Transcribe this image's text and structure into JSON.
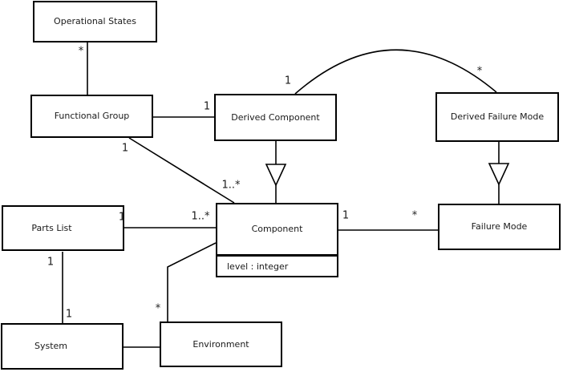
{
  "diagram": {
    "type": "uml-class-diagram",
    "colors": {
      "background": "#ffffff",
      "stroke": "#000000",
      "text": "#1a1a1a"
    },
    "nodes": [
      {
        "name": "Operational States"
      },
      {
        "name": "Functional Group"
      },
      {
        "name": "Derived Component"
      },
      {
        "name": "Derived Failure Mode"
      },
      {
        "name": "Parts List"
      },
      {
        "name": "Component",
        "attributes": [
          "level : integer"
        ]
      },
      {
        "name": "Failure Mode"
      },
      {
        "name": "System"
      },
      {
        "name": "Environment"
      }
    ],
    "edges": [
      {
        "from": "Operational States",
        "to": "Functional Group",
        "kind": "association",
        "labels": [
          {
            "text": "*"
          }
        ]
      },
      {
        "from": "Functional Group",
        "to": "Derived Component",
        "kind": "association",
        "labels": [
          {
            "text": "1"
          }
        ]
      },
      {
        "from": "Functional Group",
        "to": "Component",
        "kind": "association",
        "labels": [
          {
            "text": "1"
          },
          {
            "text": "1..*"
          }
        ]
      },
      {
        "from": "Derived Component",
        "to": "Derived Failure Mode",
        "kind": "association-arc",
        "labels": [
          {
            "text": "1"
          },
          {
            "text": "*"
          }
        ]
      },
      {
        "from": "Derived Component",
        "to": "Component",
        "kind": "generalization",
        "labels": []
      },
      {
        "from": "Derived Failure Mode",
        "to": "Failure Mode",
        "kind": "generalization",
        "labels": []
      },
      {
        "from": "Parts List",
        "to": "Component",
        "kind": "association",
        "labels": [
          {
            "text": "1"
          },
          {
            "text": "1..*"
          }
        ]
      },
      {
        "from": "Component",
        "to": "Failure Mode",
        "kind": "association",
        "labels": [
          {
            "text": "1"
          },
          {
            "text": "*"
          }
        ]
      },
      {
        "from": "Parts List",
        "to": "System",
        "kind": "association",
        "labels": [
          {
            "text": "1"
          },
          {
            "text": "1"
          }
        ]
      },
      {
        "from": "System",
        "to": "Environment",
        "kind": "association",
        "labels": []
      },
      {
        "from": "Environment",
        "to": "Component",
        "kind": "association",
        "labels": [
          {
            "text": "*"
          }
        ]
      }
    ]
  }
}
